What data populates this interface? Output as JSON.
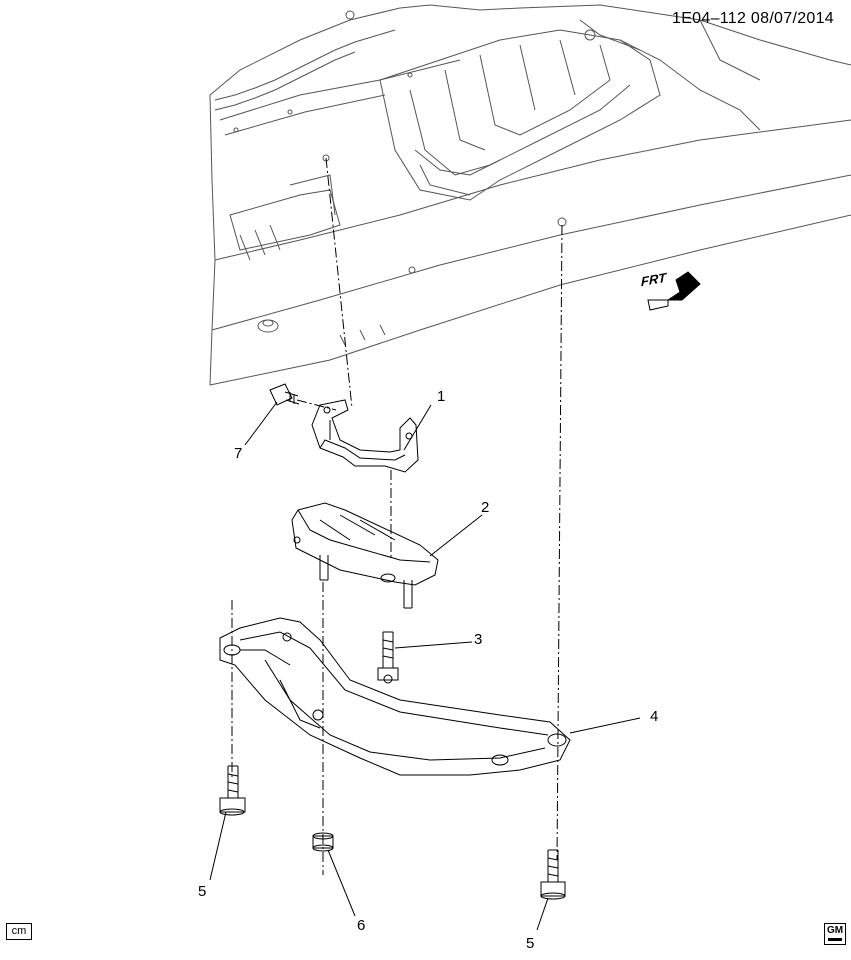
{
  "header": {
    "stamp": "1E04–112  08/07/2014"
  },
  "direction_arrow": {
    "label": "FRT",
    "icon": "forward-arrow-icon"
  },
  "callouts": [
    {
      "id": "1",
      "label": "1"
    },
    {
      "id": "2",
      "label": "2"
    },
    {
      "id": "3",
      "label": "3"
    },
    {
      "id": "4",
      "label": "4"
    },
    {
      "id": "5a",
      "label": "5"
    },
    {
      "id": "5b",
      "label": "5"
    },
    {
      "id": "6",
      "label": "6"
    },
    {
      "id": "7",
      "label": "7"
    }
  ],
  "footer": {
    "unit_badge": "cm",
    "logo": "GM"
  }
}
